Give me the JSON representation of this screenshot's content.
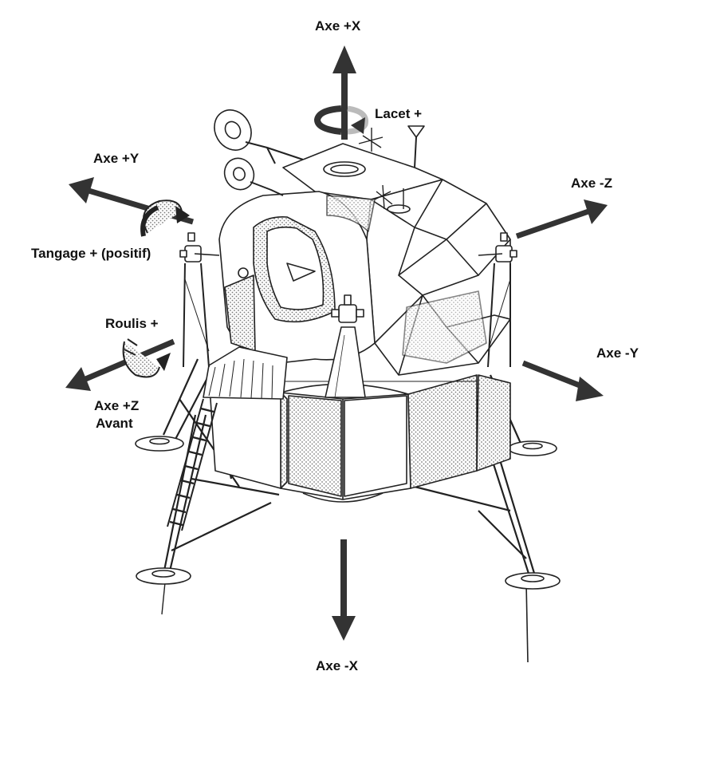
{
  "labels": {
    "axis_x_pos": "Axe +X",
    "axis_x_neg": "Axe -X",
    "axis_y_pos": "Axe +Y",
    "axis_y_neg": "Axe -Y",
    "axis_z_pos": "Axe +Z",
    "axis_z_pos_sub": "Avant",
    "axis_z_neg": "Axe -Z",
    "yaw": "Lacet +",
    "pitch": "Tangage + (positif)",
    "roll": "Roulis +"
  },
  "colors": {
    "ink": "#333333",
    "line": "#222222",
    "hatch": "#9a9a9a",
    "background": "#ffffff"
  }
}
